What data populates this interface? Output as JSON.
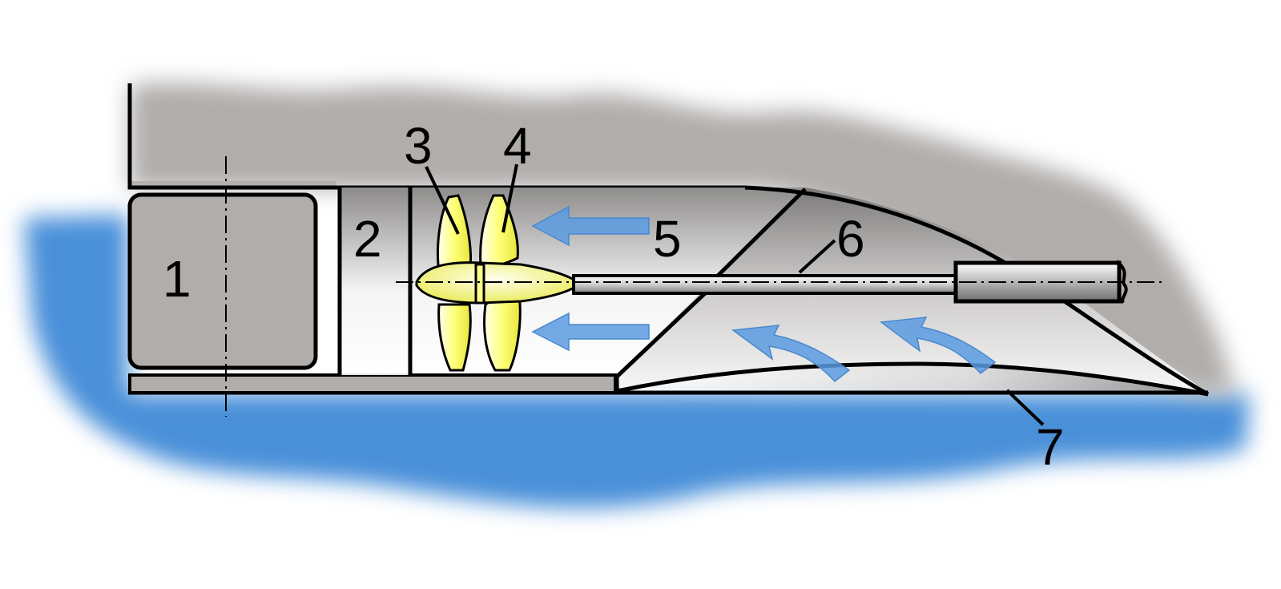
{
  "labels": {
    "nozzle": "1",
    "stator": "2",
    "rotor_front": "3",
    "rotor_rear": "4",
    "flow": "5",
    "shaft": "6",
    "intake": "7"
  },
  "colors": {
    "water": "#4a90d9",
    "hull": "#b0adab",
    "hull_dark": "#7c7a79",
    "duct_light": "#f2f2f2",
    "impeller": "#ffff66",
    "arrow": "#5a9be0",
    "outline": "#000000"
  }
}
